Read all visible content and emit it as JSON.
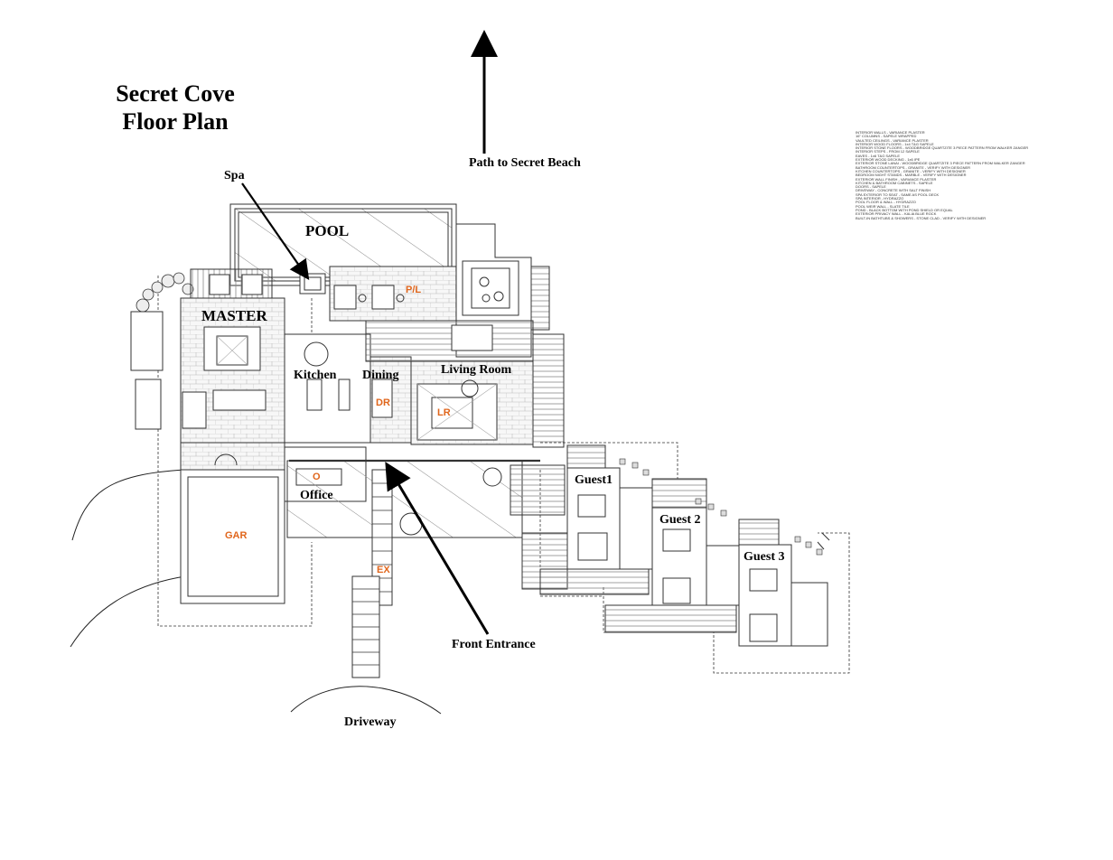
{
  "title": {
    "line1": "Secret Cove",
    "line2": "Floor Plan"
  },
  "labels": {
    "path_to_beach": "Path to Secret Beach",
    "spa": "Spa",
    "pool": "POOL",
    "master": "MASTER",
    "kitchen": "Kitchen",
    "dining": "Dining",
    "living_room": "Living Room",
    "office": "Office",
    "guest1": "Guest1",
    "guest2": "Guest 2",
    "guest3": "Guest 3",
    "front_entrance": "Front Entrance",
    "driveway": "Driveway"
  },
  "codes": {
    "pl": "P/L",
    "dr": "DR",
    "lr": "LR",
    "office": "O",
    "garage": "GAR",
    "exterior": "EX"
  },
  "notes": [
    "INTERIOR WALLS - VARIANCE PLASTER",
    "16\" COLUMNS - SAPELE WRAPPED",
    "VAULTED CEILINGS - VARIANCE PLASTER",
    "INTERIOR WOOD FLOORS - 1x4 T&G SAPELE",
    "INTERIOR STONE FLOORS - WOODBRIDGE QUARTZITE 3 PIECE PATTERN FROM WALKER ZANGER",
    "INTERIOR STEPS - FROM 12 SAPELE",
    "EAVES - 1x6 T&G SAPELE",
    "EXTERIOR WOOD DECKING - 1x6 IPE",
    "EXTERIOR STONE LANAI - WOODBRIDGE QUARTZITE 3 PIECE PATTERN FROM WALKER ZANGER",
    "BATHROOM COUNTERTOPS - GRANITE - VERIFY WITH DESIGNER",
    "KITCHEN COUNTERTOPS - GRANITE - VERIFY WITH DESIGNER",
    "BEDROOM NIGHT STANDS - MARBLE - VERIFY WITH DESIGNER",
    "EXTERIOR WALL FINISH - VARIANCE PLASTER",
    "KITCHEN & BATHROOM CABINETS - SAPELE",
    "DOORS - SAPELE",
    "DRIVEWAY - CONCRETE WITH SALT FINISH",
    "SPA EXTERIOR TO SEAT - SAME AS POOL DECK",
    "SPA INTERIOR - HYDRAZZO",
    "POOL FLOOR & WALL - HYDRAZZO",
    "POOL WEIR WALL - SLATE TILE",
    "POND - BLACK BOTTOM WITH POND SHIELD OR EQUAL",
    "EXTERIOR PRIVACY WALL - KALIA BLUE ROCK",
    "BUILT-IN BATHTUBS & SHOWERS - STONE CLAD - VERIFY WITH DESIGNER"
  ],
  "colors": {
    "ink": "#1a1a1a",
    "room_code": "#e0661c",
    "hatch": "#9a9a9a"
  }
}
